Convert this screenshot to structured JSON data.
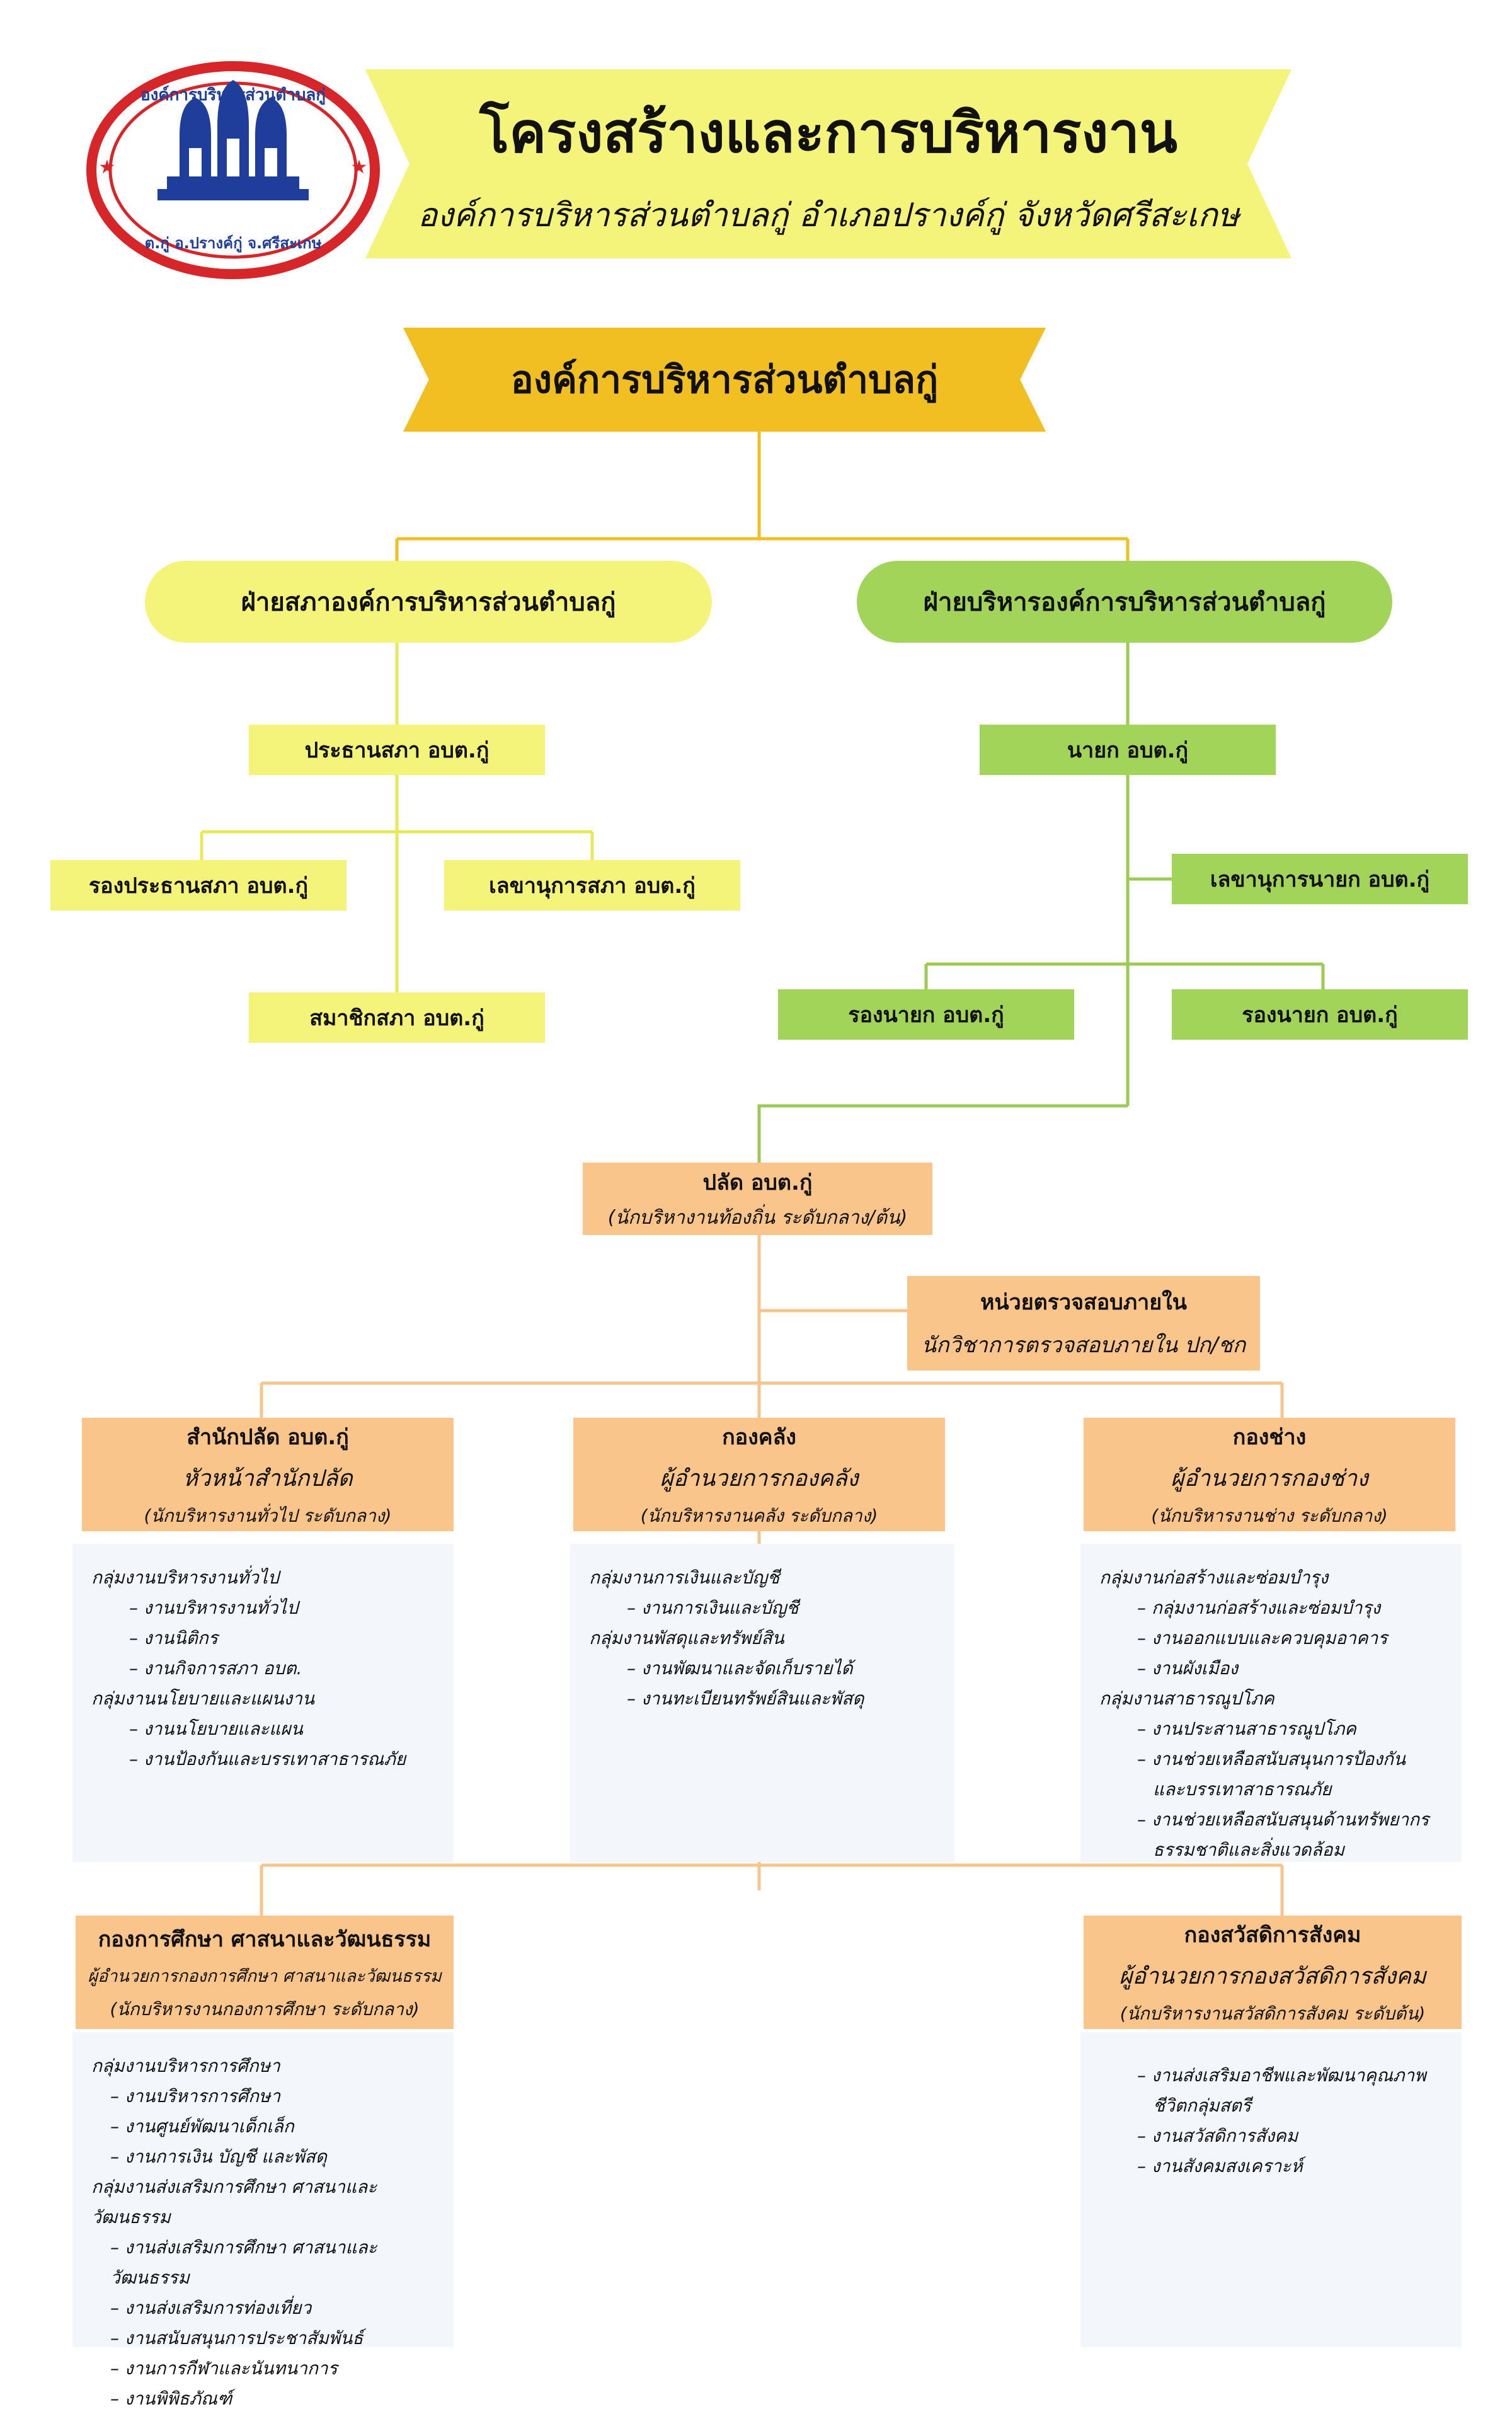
{
  "header": {
    "title": "โครงสร้างและการบริหารงาน",
    "subtitle": "องค์การบริหารส่วนตำบลกู่ อำเภอปรางค์กู่ จังหวัดศรีสะเกษ",
    "logo_top": "องค์การบริหารส่วนตำบลกู่",
    "logo_bottom": "ต.กู่ อ.ปรางค์กู่ จ.ศรีสะเกษ"
  },
  "org": "องค์การบริหารส่วนตำบลกู่",
  "council": {
    "title": "ฝ่ายสภาองค์การบริหารส่วนตำบลกู่",
    "chair": "ประธานสภา อบต.กู่",
    "vice_chair": "รองประธานสภา อบต.กู่",
    "secretary": "เลขานุการสภา อบต.กู่",
    "member": "สมาชิกสภา อบต.กู่"
  },
  "executive": {
    "title": "ฝ่ายบริหารองค์การบริหารส่วนตำบลกู่",
    "mayor": "นายก อบต.กู่",
    "secretary": "เลขานุการนายก อบต.กู่",
    "deputy1": "รองนายก อบต.กู่",
    "deputy2": "รองนายก อบต.กู่"
  },
  "palad": {
    "title": "ปลัด อบต.กู่",
    "sub": "(นักบริหางานท้องถิ่น ระดับกลาง/ต้น)"
  },
  "audit": {
    "title": "หน่วยตรวจสอบภายใน",
    "sub": "นักวิชาการตรวจสอบภายใน ปก/ชก"
  },
  "departments": [
    {
      "title": "สำนักปลัด อบต.กู่",
      "head": "หัวหน้าสำนักปลัด",
      "level": "(นักบริหารงานทั่วไป ระดับกลาง)",
      "items": [
        {
          "type": "g",
          "text": "กลุ่มงานบริหารงานทั่วไป"
        },
        {
          "type": "i",
          "text": "– งานบริหารงานทั่วไป"
        },
        {
          "type": "i",
          "text": "– งานนิติกร"
        },
        {
          "type": "i",
          "text": "– งานกิจการสภา อบต."
        },
        {
          "type": "g",
          "text": "กลุ่มงานนโยบายและแผนงาน"
        },
        {
          "type": "i",
          "text": "– งานนโยบายและแผน"
        },
        {
          "type": "i",
          "text": "– งานป้องกันและบรรเทาสาธารณภัย"
        }
      ]
    },
    {
      "title": "กองคลัง",
      "head": "ผู้อำนวยการกองคลัง",
      "level": "(นักบริหารงานคลัง ระดับกลาง)",
      "items": [
        {
          "type": "g",
          "text": "กลุ่มงานการเงินและบัญชี"
        },
        {
          "type": "i",
          "text": "– งานการเงินและบัญชี"
        },
        {
          "type": "g",
          "text": "กลุ่มงานพัสดุและทรัพย์สิน"
        },
        {
          "type": "i",
          "text": "– งานพัฒนาและจัดเก็บรายได้"
        },
        {
          "type": "i",
          "text": "– งานทะเบียนทรัพย์สินและพัสดุ"
        }
      ]
    },
    {
      "title": "กองช่าง",
      "head": "ผู้อำนวยการกองช่าง",
      "level": "(นักบริหารงานช่าง ระดับกลาง)",
      "items": [
        {
          "type": "g",
          "text": "กลุ่มงานก่อสร้างและซ่อมบำรุง"
        },
        {
          "type": "i",
          "text": "– กลุ่มงานก่อสร้างและซ่อมบำรุง"
        },
        {
          "type": "i",
          "text": "– งานออกแบบและควบคุมอาคาร"
        },
        {
          "type": "i",
          "text": "– งานผังเมือง"
        },
        {
          "type": "g",
          "text": "กลุ่มงานสาธารณูปโภค"
        },
        {
          "type": "i",
          "text": "– งานประสานสาธารณูปโภค"
        },
        {
          "type": "i",
          "text": "– งานช่วยเหลือสนับสนุนการป้องกัน"
        },
        {
          "type": "i",
          "text": "และบรรเทาสาธารณภัย"
        },
        {
          "type": "i",
          "text": "– งานช่วยเหลือสนับสนุนด้านทรัพยากร"
        },
        {
          "type": "i",
          "text": "ธรรมชาติและสิ่งแวดล้อม"
        }
      ]
    },
    {
      "title": "กองการศึกษา ศาสนาและวัฒนธรรม",
      "head": "ผู้อำนวยการกองการศึกษา ศาสนาและวัฒนธรรม",
      "level": "(นักบริหารงานกองการศึกษา ระดับกลาง)",
      "items": [
        {
          "type": "g",
          "text": "กลุ่มงานบริหารการศึกษา"
        },
        {
          "type": "i",
          "text": "– งานบริหารการศึกษา"
        },
        {
          "type": "i",
          "text": "– งานศูนย์พัฒนาเด็กเล็ก"
        },
        {
          "type": "i",
          "text": "– งานการเงิน บัญชี และพัสดุ"
        },
        {
          "type": "g",
          "text": "กลุ่มงานส่งเสริมการศึกษา ศาสนาและวัฒนธรรม"
        },
        {
          "type": "i",
          "text": "– งานส่งเสริมการศึกษา ศาสนาและวัฒนธรรม"
        },
        {
          "type": "i",
          "text": "– งานส่งเสริมการท่องเที่ยว"
        },
        {
          "type": "i",
          "text": "– งานสนับสนุนการประชาสัมพันธ์"
        },
        {
          "type": "i",
          "text": "– งานการกีฬาและนันทนาการ"
        },
        {
          "type": "i",
          "text": "– งานพิพิธภัณฑ์"
        }
      ]
    },
    {
      "title": "กองสวัสดิการสังคม",
      "head": "ผู้อำนวยการกองสวัสดิการสังคม",
      "level": "(นักบริหารงานสวัสดิการสังคม ระดับต้น)",
      "items": [
        {
          "type": "i",
          "text": "– งานส่งเสริมอาชีพและพัฒนาคุณภาพ"
        },
        {
          "type": "i",
          "text": "ชีวิตกลุ่มสตรี"
        },
        {
          "type": "i",
          "text": "– งานสวัสดิการสังคม"
        },
        {
          "type": "i",
          "text": "– งานสังคมสงเคราะห์"
        }
      ]
    }
  ],
  "colors": {
    "banner": "#F5F47A",
    "org": "#F2BF22",
    "council": "#F5F47A",
    "executive": "#A3D45A",
    "department": "#F9C58A",
    "panel": "#F3F7FC",
    "logo_ring": "#D7262A",
    "logo_blue": "#1F3D9B"
  }
}
